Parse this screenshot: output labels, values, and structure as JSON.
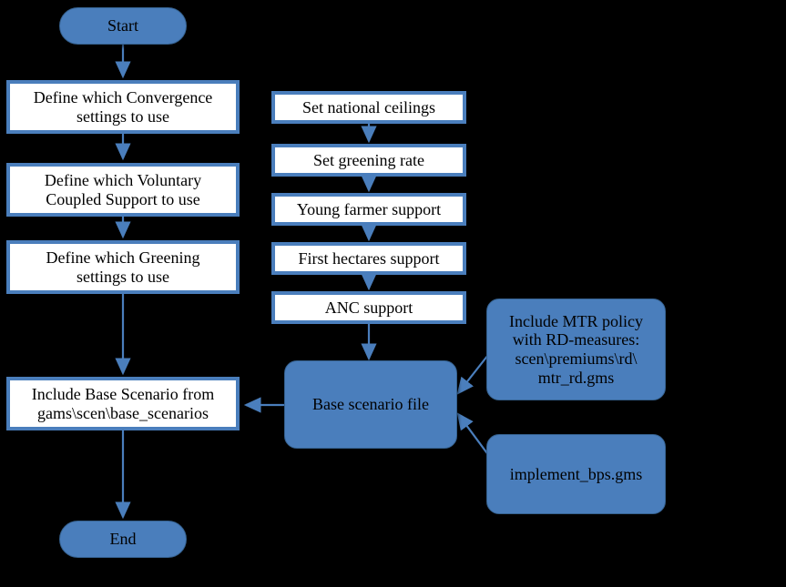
{
  "diagram": {
    "type": "flowchart",
    "title": "Base scenario setup flowchart",
    "background_color": "#000000",
    "accent_color": "#4a7ebc",
    "box_fill_color": "#ffffff",
    "text_color": "#000000",
    "connector_color": "#4a7ebc"
  },
  "nodes": {
    "start": {
      "label": "Start",
      "shape": "capsule"
    },
    "convergence": {
      "label": "Define which Convergence\nsettings to use",
      "shape": "process"
    },
    "voluntary_coupled": {
      "label": "Define which Voluntary\nCoupled Support to use",
      "shape": "process"
    },
    "greening_settings": {
      "label": "Define which Greening\nsettings to use",
      "shape": "process"
    },
    "include_base_scenario": {
      "label": "Include Base Scenario from\ngams\\scen\\base_scenarios",
      "shape": "process"
    },
    "end": {
      "label": "End",
      "shape": "capsule"
    },
    "national_ceilings": {
      "label": "Set national ceilings",
      "shape": "process"
    },
    "greening_rate": {
      "label": "Set greening rate",
      "shape": "process"
    },
    "young_farmer": {
      "label": "Young farmer support",
      "shape": "process"
    },
    "first_hectares": {
      "label": "First hectares support",
      "shape": "process"
    },
    "anc_support": {
      "label": "ANC support",
      "shape": "process"
    },
    "base_scenario_file": {
      "label": "Base scenario file",
      "shape": "rounded-blue"
    },
    "mtr_policy": {
      "label": "Include MTR policy\nwith RD-measures:\nscen\\premiums\\rd\\\nmtr_rd.gms",
      "shape": "rounded-blue"
    },
    "implement_bps": {
      "label": "implement_bps.gms",
      "shape": "rounded-blue"
    }
  },
  "edges": [
    {
      "from": "start",
      "to": "convergence",
      "direction": "down"
    },
    {
      "from": "convergence",
      "to": "voluntary_coupled",
      "direction": "down"
    },
    {
      "from": "voluntary_coupled",
      "to": "greening_settings",
      "direction": "down"
    },
    {
      "from": "greening_settings",
      "to": "include_base_scenario",
      "direction": "down"
    },
    {
      "from": "include_base_scenario",
      "to": "end",
      "direction": "down"
    },
    {
      "from": "national_ceilings",
      "to": "greening_rate",
      "direction": "down"
    },
    {
      "from": "greening_rate",
      "to": "young_farmer",
      "direction": "down"
    },
    {
      "from": "young_farmer",
      "to": "first_hectares",
      "direction": "down"
    },
    {
      "from": "first_hectares",
      "to": "anc_support",
      "direction": "down"
    },
    {
      "from": "anc_support",
      "to": "base_scenario_file",
      "direction": "down"
    },
    {
      "from": "base_scenario_file",
      "to": "include_base_scenario",
      "direction": "left"
    },
    {
      "from": "mtr_policy",
      "to": "base_scenario_file",
      "direction": "diagonal-down-left"
    },
    {
      "from": "implement_bps",
      "to": "base_scenario_file",
      "direction": "diagonal-up-left"
    }
  ]
}
